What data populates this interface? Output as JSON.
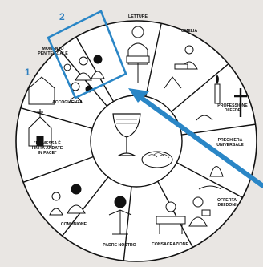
{
  "wheel": {
    "segments": [
      {
        "id": "letture",
        "label_lines": [
          "LETTURE"
        ]
      },
      {
        "id": "omelia",
        "label_lines": [
          "OMELIA"
        ]
      },
      {
        "id": "professione-di-fede",
        "label_lines": [
          "PROFESSIONE",
          "DI FEDE"
        ]
      },
      {
        "id": "preghiera-universale",
        "label_lines": [
          "PREGHIERA",
          "UNIVERSALE"
        ]
      },
      {
        "id": "offerta-dei-doni",
        "label_lines": [
          "OFFERTA",
          "DEI DONI"
        ]
      },
      {
        "id": "consacrazione",
        "label_lines": [
          "CONSACRAZIONE"
        ]
      },
      {
        "id": "padre-nostro",
        "label_lines": [
          "PADRE NOSTRO"
        ]
      },
      {
        "id": "comunione",
        "label_lines": [
          "COMUNIONE"
        ]
      },
      {
        "id": "la-messa-e-finita",
        "label_lines": [
          "\"LA MESSA È",
          "FINITA ANDATE",
          "IN PACE\""
        ]
      },
      {
        "id": "accoglienza",
        "label_lines": [
          "ACCOGLIENZA"
        ]
      },
      {
        "id": "momento-penitenziale",
        "label_lines": [
          "MOMENTO",
          "PENITENZIALE"
        ]
      }
    ]
  },
  "annotations": {
    "marker_1": "1",
    "marker_2": "2",
    "highlight_color": "#2a86c6",
    "arrow_color": "#2a86c6"
  }
}
